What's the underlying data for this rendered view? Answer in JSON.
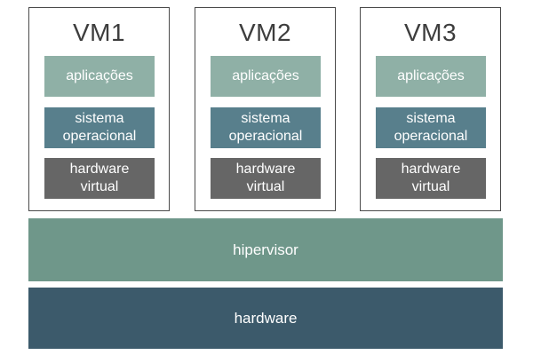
{
  "vms": [
    {
      "title": "VM1",
      "apps": "aplicações",
      "os": "sistema\noperacional",
      "hw": "hardware\nvirtual"
    },
    {
      "title": "VM2",
      "apps": "aplicações",
      "os": "sistema\noperacional",
      "hw": "hardware\nvirtual"
    },
    {
      "title": "VM3",
      "apps": "aplicações",
      "os": "sistema\noperacional",
      "hw": "hardware\nvirtual"
    }
  ],
  "hypervisor_label": "hipervisor",
  "hardware_label": "hardware",
  "colors": {
    "applications": "#8fb0a6",
    "operating_system": "#587f8c",
    "virtual_hardware": "#666666",
    "hypervisor": "#6f978a",
    "hardware": "#3c5a6b",
    "vm_border": "#4a4a4a"
  }
}
